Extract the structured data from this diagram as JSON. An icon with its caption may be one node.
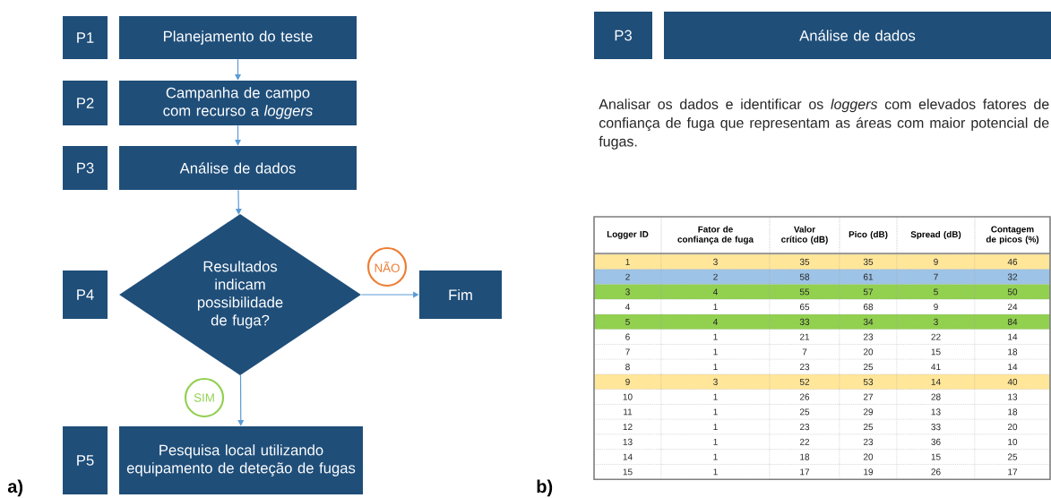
{
  "diagram": {
    "nodes": [
      {
        "text": [
          "P1"
        ]
      },
      {
        "text": [
          "Planejamento do teste"
        ]
      },
      {
        "text": [
          "P2"
        ]
      },
      {
        "text": [
          "Campanha de campo com recurso a *loggers*"
        ]
      },
      {
        "text": [
          "P3"
        ]
      },
      {
        "text": [
          "Análise de dados"
        ]
      },
      {
        "text": [
          "P4"
        ]
      },
      {
        "text": [
          "Resultados indicam possibilidade de fuga?"
        ]
      },
      {
        "text": [
          "Fim"
        ]
      },
      {
        "text": [
          "P5"
        ]
      },
      {
        "text": [
          "Pesquisa local utilizando equipamento de deteção de fugas"
        ]
      },
      {
        "text": [
          "P3"
        ]
      },
      {
        "text": [
          "Análise de dados"
        ]
      }
    ],
    "edges": [
      {
        "from": 1,
        "to": 3,
        "arrow": "to"
      },
      {
        "from": 3,
        "to": 5,
        "arrow": "to"
      },
      {
        "from": 5,
        "to": 7,
        "arrow": "to"
      },
      {
        "from": 7,
        "to": 8,
        "arrow": "to",
        "label": "NÃO"
      },
      {
        "from": 7,
        "to": 10,
        "arrow": "to",
        "label": "SIM"
      }
    ],
    "labels": [
      "Analisar os dados e identificar os *loggers* com elevados fatores de confiança de fuga que representam as áreas com maior potencial de fugas.",
      "Logger ID",
      "Fator de confiança de fuga",
      "Valor crítico (dB)",
      "Pico (dB)",
      "Spread (dB)",
      "Contagem de picos (%)",
      "1",
      "3",
      "35",
      "35",
      "9",
      "46",
      "2",
      "2",
      "58",
      "61",
      "7",
      "32",
      "3",
      "4",
      "55",
      "57",
      "5",
      "50",
      "4",
      "1",
      "65",
      "68",
      "9",
      "24",
      "5",
      "4",
      "33",
      "34",
      "3",
      "84",
      "6",
      "1",
      "21",
      "23",
      "22",
      "14",
      "7",
      "1",
      "7",
      "20",
      "15",
      "18",
      "8",
      "1",
      "23",
      "25",
      "41",
      "14",
      "9",
      "3",
      "52",
      "53",
      "14",
      "40",
      "10",
      "1",
      "26",
      "27",
      "28",
      "13",
      "11",
      "1",
      "25",
      "29",
      "13",
      "18",
      "12",
      "1",
      "23",
      "25",
      "33",
      "20",
      "13",
      "1",
      "22",
      "23",
      "36",
      "10",
      "14",
      "1",
      "18",
      "20",
      "15",
      "25",
      "15",
      "1",
      "17",
      "19",
      "26",
      "17",
      "a)",
      "b)"
    ]
  }
}
